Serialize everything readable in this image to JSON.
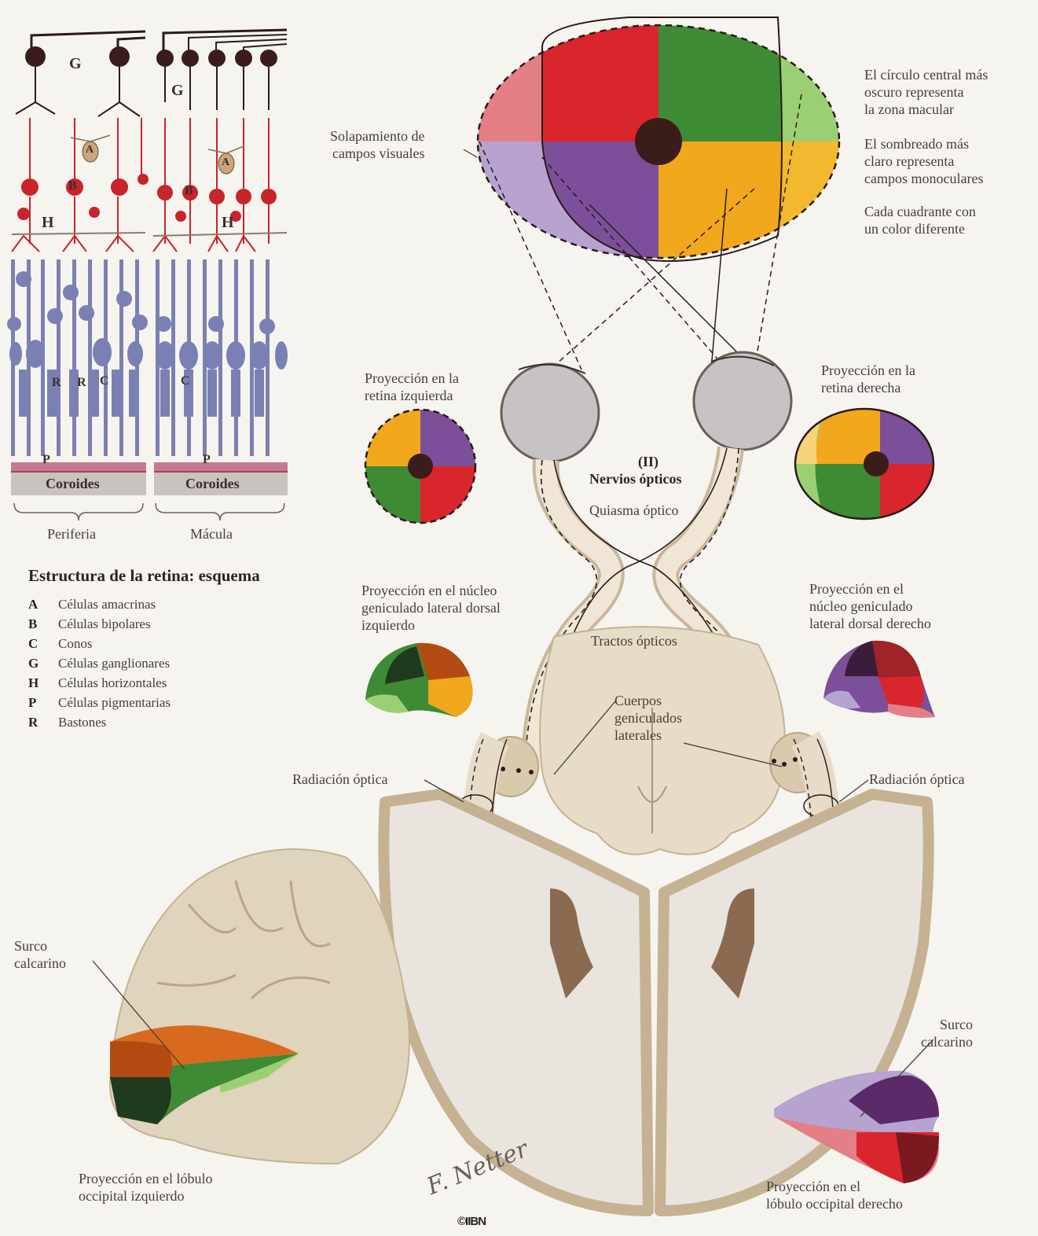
{
  "retina": {
    "title": "Estructura de la retina: esquema",
    "periphery_label": "Periferia",
    "macula_label": "Mácula",
    "choroid_label": "Coroides",
    "letters": {
      "G": "G",
      "A": "A",
      "B": "B",
      "H": "H",
      "R": "R",
      "C": "C",
      "P": "P"
    },
    "legend": [
      {
        "key": "A",
        "text": "Células amacrinas"
      },
      {
        "key": "B",
        "text": "Células bipolares"
      },
      {
        "key": "C",
        "text": "Conos"
      },
      {
        "key": "G",
        "text": "Células ganglionares"
      },
      {
        "key": "H",
        "text": "Células horizontales"
      },
      {
        "key": "P",
        "text": "Células pigmentarias"
      },
      {
        "key": "R",
        "text": "Bastones"
      }
    ]
  },
  "labels": {
    "overlap": "Solapamiento de\ncampos visuales",
    "note1": "El círculo central más\noscuro representa\nla zona macular",
    "note2": "El sombreado más\nclaro representa\ncampos monoculares",
    "note3": "Cada cuadrante con\nun color diferente",
    "left_retina": "Proyección en la\nretina izquierda",
    "right_retina": "Proyección en la\nretina derecha",
    "cn_number": "(II)",
    "optic_nerves": "Nervios ópticos",
    "chiasm": "Quiasma óptico",
    "left_lgn": "Proyección en el núcleo\ngeniculado lateral dorsal\nizquierdo",
    "right_lgn": "Proyección en el\nnúcleo geniculado\nlateral dorsal derecho",
    "optic_tracts": "Tractos ópticos",
    "lateral_geniculate": "Cuerpos\ngeniculados\nlaterales",
    "optic_radiation_left": "Radiación óptica",
    "optic_radiation_right": "Radiación óptica",
    "calcarine_left": "Surco\ncalcarino",
    "calcarine_right": "Surco\ncalcarino",
    "left_occipital": "Proyección en el lóbulo\noccipital izquierdo",
    "right_occipital": "Proyección en el\nlóbulo occipital derecho"
  },
  "colors": {
    "red": "#d8262c",
    "green": "#3f8a34",
    "yellow": "#f2a81c",
    "purple": "#7c4f9a",
    "pink": "#e57f86",
    "light_green": "#9bcf73",
    "light_purple": "#b6a3d0",
    "brain": "#d9c9ad",
    "rod_blue": "#7b80b4",
    "neuron_red": "#c8242b"
  }
}
